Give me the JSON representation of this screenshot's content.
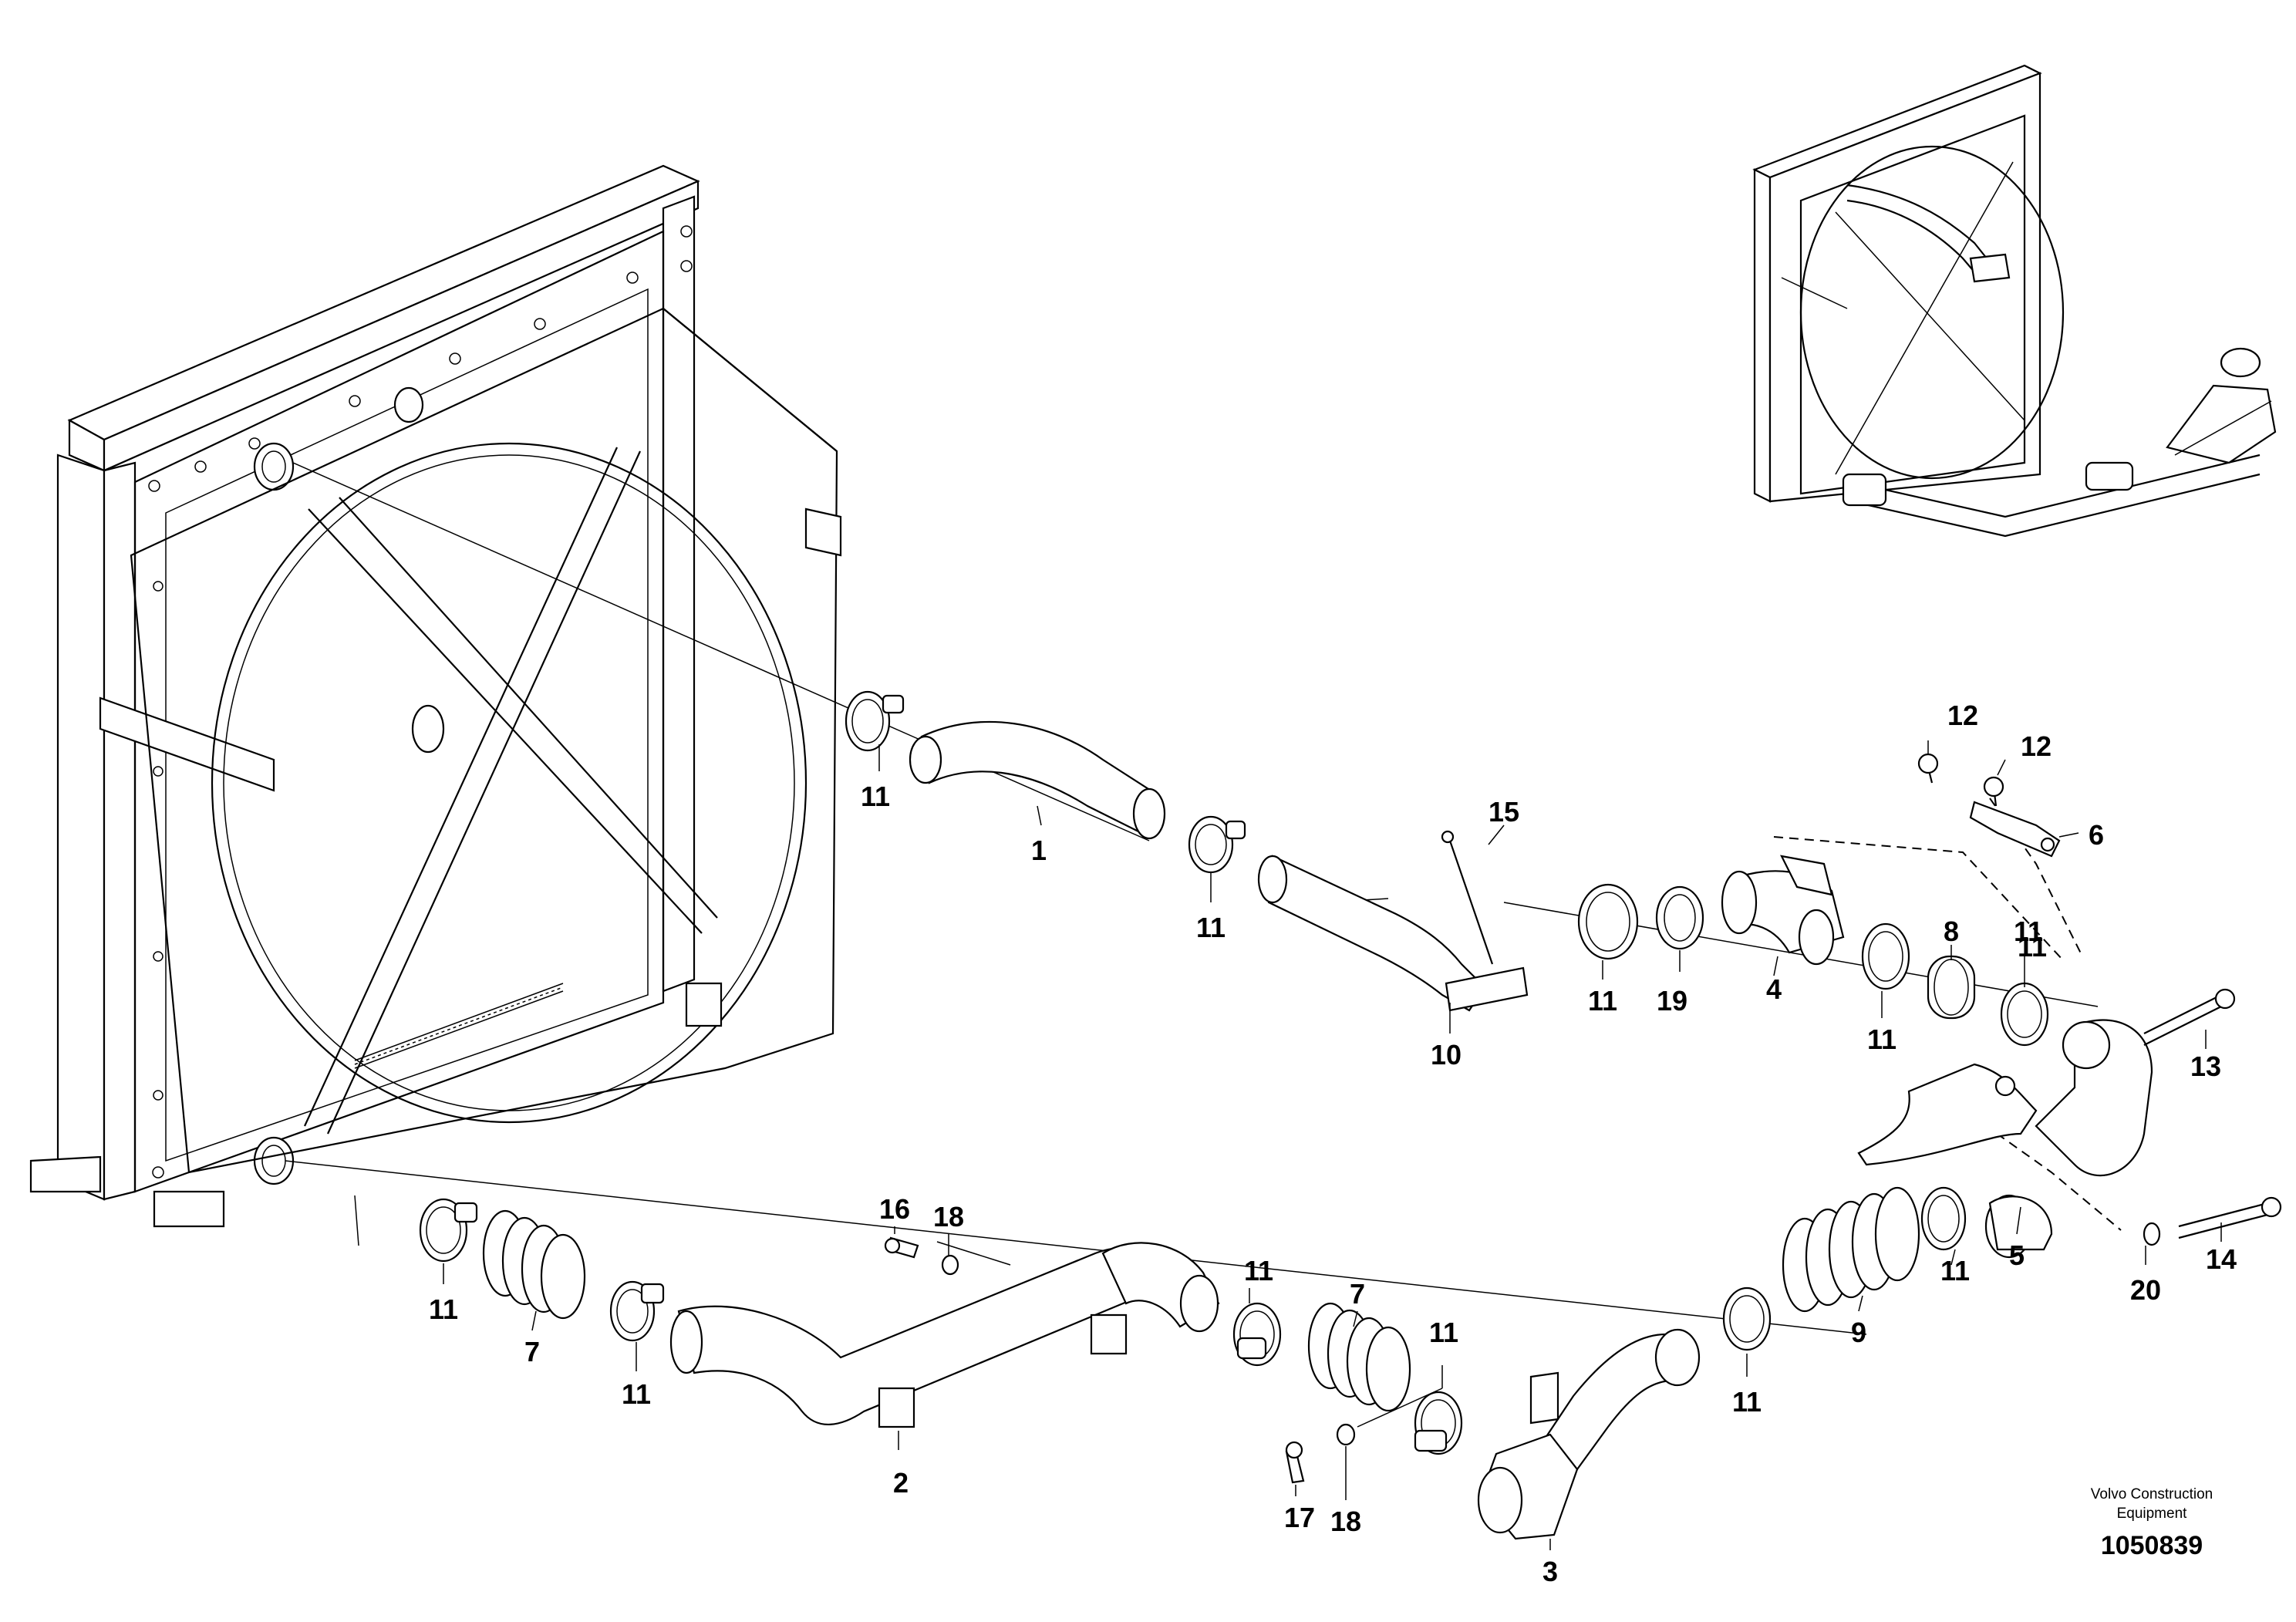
{
  "diagram": {
    "callouts": [
      "1",
      "2",
      "3",
      "4",
      "5",
      "6",
      "7",
      "7",
      "8",
      "9",
      "10",
      "11",
      "11",
      "11",
      "11",
      "11",
      "11",
      "11",
      "11",
      "11",
      "11",
      "11",
      "11",
      "12",
      "12",
      "13",
      "14",
      "15",
      "16",
      "17",
      "18",
      "18",
      "19",
      "20"
    ],
    "colors": {
      "line": "#000000",
      "background": "#ffffff"
    }
  },
  "footer": {
    "brand_line1": "Volvo Construction",
    "brand_line2": "Equipment",
    "doc_number": "1050839"
  }
}
